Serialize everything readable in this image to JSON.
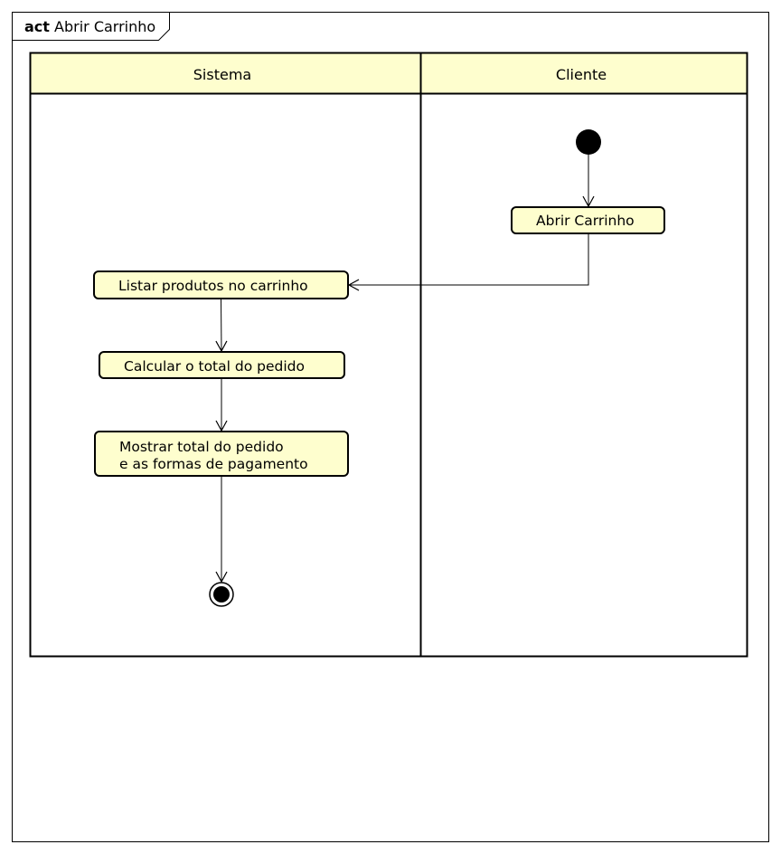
{
  "frame": {
    "kind": "act",
    "name": "Abrir Carrinho"
  },
  "lanes": [
    {
      "title": "Sistema"
    },
    {
      "title": "Cliente"
    }
  ],
  "actions": {
    "abrir_carrinho": "Abrir Carrinho",
    "listar_produtos": "Listar produtos no carrinho",
    "calcular_total": "Calcular o total do pedido",
    "mostrar_total_line1": "Mostrar total do pedido",
    "mostrar_total_line2": "e as formas de pagamento"
  },
  "colors": {
    "action_fill": "#fefece",
    "lane_header_fill": "#fefece",
    "stroke": "#000000"
  }
}
